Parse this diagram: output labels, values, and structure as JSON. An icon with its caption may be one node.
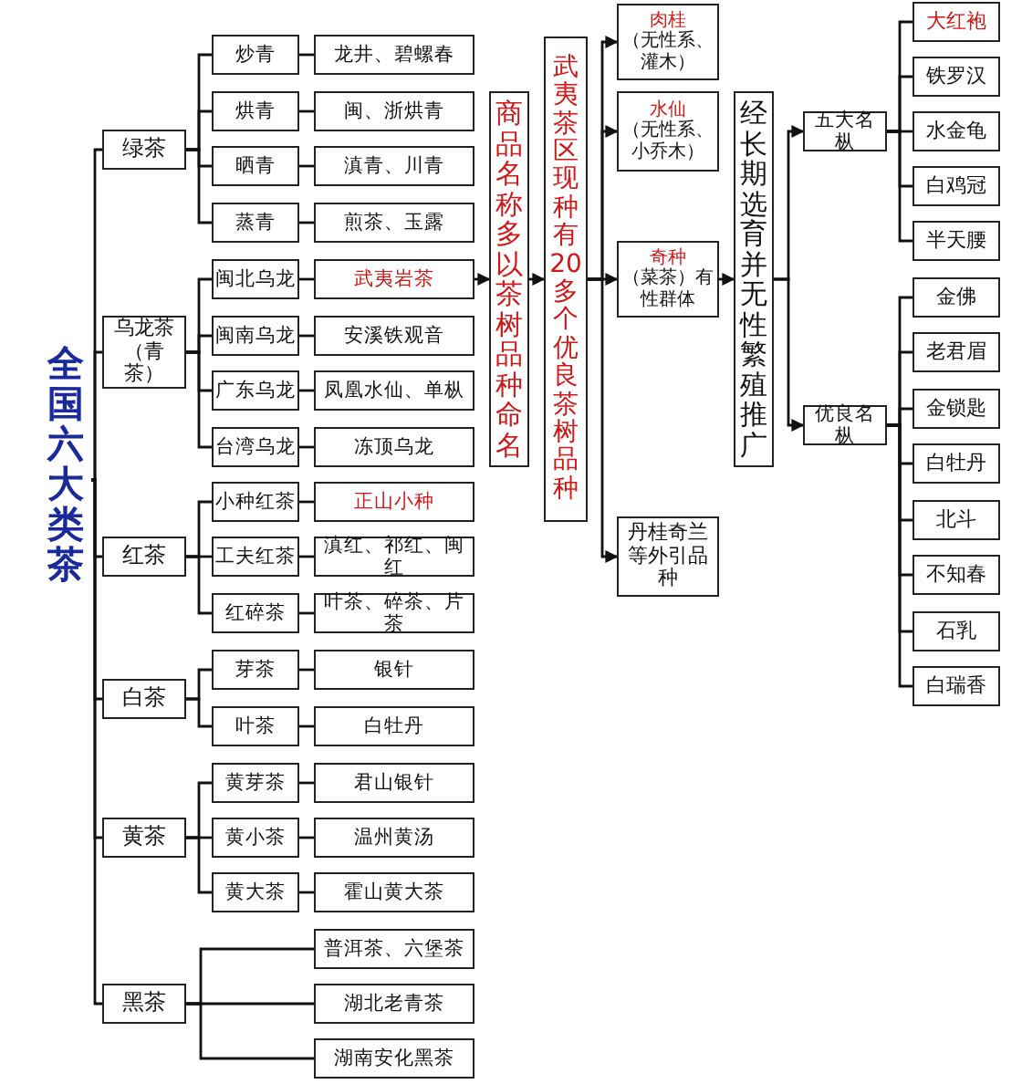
{
  "diagram": {
    "nodes": [
      {
        "text": [
          "全国六大类茶"
        ]
      },
      {
        "text": [
          "绿茶"
        ]
      },
      {
        "text": [
          "炒青"
        ]
      },
      {
        "text": [
          "烘青"
        ]
      },
      {
        "text": [
          "晒青"
        ]
      },
      {
        "text": [
          "蒸青"
        ]
      },
      {
        "text": [
          "龙井、碧螺春"
        ]
      },
      {
        "text": [
          "闽、浙烘青"
        ]
      },
      {
        "text": [
          "滇青、川青"
        ]
      },
      {
        "text": [
          "煎茶、玉露"
        ]
      },
      {
        "text": [
          "乌龙茶（青茶）"
        ]
      },
      {
        "text": [
          "闽北乌龙"
        ]
      },
      {
        "text": [
          "闽南乌龙"
        ]
      },
      {
        "text": [
          "广东乌龙"
        ]
      },
      {
        "text": [
          "台湾乌龙"
        ]
      },
      {
        "text": [
          "武夷岩茶"
        ]
      },
      {
        "text": [
          "安溪铁观音"
        ]
      },
      {
        "text": [
          "凤凰水仙、单枞"
        ]
      },
      {
        "text": [
          "冻顶乌龙"
        ]
      },
      {
        "text": [
          "红茶"
        ]
      },
      {
        "text": [
          "小种红茶"
        ]
      },
      {
        "text": [
          "工夫红茶"
        ]
      },
      {
        "text": [
          "红碎茶"
        ]
      },
      {
        "text": [
          "正山小种"
        ]
      },
      {
        "text": [
          "滇红、祁红、闽红"
        ]
      },
      {
        "text": [
          "叶茶、碎茶、片茶"
        ]
      },
      {
        "text": [
          "白茶"
        ]
      },
      {
        "text": [
          "芽茶"
        ]
      },
      {
        "text": [
          "叶茶"
        ]
      },
      {
        "text": [
          "银针"
        ]
      },
      {
        "text": [
          "白牡丹"
        ]
      },
      {
        "text": [
          "黄茶"
        ]
      },
      {
        "text": [
          "黄芽茶"
        ]
      },
      {
        "text": [
          "黄小茶"
        ]
      },
      {
        "text": [
          "黄大茶"
        ]
      },
      {
        "text": [
          "君山银针"
        ]
      },
      {
        "text": [
          "温州黄汤"
        ]
      },
      {
        "text": [
          "霍山黄大茶"
        ]
      },
      {
        "text": [
          "黑茶"
        ]
      },
      {
        "text": [
          "普洱茶、六堡茶"
        ]
      },
      {
        "text": [
          "湖北老青茶"
        ]
      },
      {
        "text": [
          "湖南安化黑茶"
        ]
      },
      {
        "text": [
          "商品名称多以茶树品种命名"
        ]
      },
      {
        "text": [
          "武夷茶区现种有20多个优良茶树品种"
        ]
      },
      {
        "text": [
          "肉桂",
          "（无性系、灌木）"
        ]
      },
      {
        "text": [
          "水仙",
          "（无性系、小乔木）"
        ]
      },
      {
        "text": [
          "奇种",
          "（菜茶）有性群体"
        ]
      },
      {
        "text": [
          "丹桂奇兰等外引品种"
        ]
      },
      {
        "text": [
          "经长期选育并无性繁殖推广"
        ]
      },
      {
        "text": [
          "五大名枞"
        ]
      },
      {
        "text": [
          "大红袍"
        ]
      },
      {
        "text": [
          "铁罗汉"
        ]
      },
      {
        "text": [
          "水金龟"
        ]
      },
      {
        "text": [
          "白鸡冠"
        ]
      },
      {
        "text": [
          "半天腰"
        ]
      },
      {
        "text": [
          "优良名枞"
        ]
      },
      {
        "text": [
          "金佛"
        ]
      },
      {
        "text": [
          "老君眉"
        ]
      },
      {
        "text": [
          "金锁匙"
        ]
      },
      {
        "text": [
          "白牡丹"
        ]
      },
      {
        "text": [
          "北斗"
        ]
      },
      {
        "text": [
          "不知春"
        ]
      },
      {
        "text": [
          "石乳"
        ]
      },
      {
        "text": [
          "白瑞香"
        ]
      }
    ],
    "edges": [
      {
        "from": 0,
        "to": 1,
        "arrow": "none"
      },
      {
        "from": 0,
        "to": 10,
        "arrow": "none"
      },
      {
        "from": 0,
        "to": 19,
        "arrow": "none"
      },
      {
        "from": 0,
        "to": 26,
        "arrow": "none"
      },
      {
        "from": 0,
        "to": 31,
        "arrow": "none"
      },
      {
        "from": 0,
        "to": 38,
        "arrow": "none"
      },
      {
        "from": 1,
        "to": 2,
        "arrow": "none"
      },
      {
        "from": 1,
        "to": 3,
        "arrow": "none"
      },
      {
        "from": 1,
        "to": 4,
        "arrow": "none"
      },
      {
        "from": 1,
        "to": 5,
        "arrow": "none"
      },
      {
        "from": 2,
        "to": 6,
        "arrow": "none"
      },
      {
        "from": 3,
        "to": 7,
        "arrow": "none"
      },
      {
        "from": 4,
        "to": 8,
        "arrow": "none"
      },
      {
        "from": 5,
        "to": 9,
        "arrow": "none"
      },
      {
        "from": 10,
        "to": 11,
        "arrow": "none"
      },
      {
        "from": 10,
        "to": 12,
        "arrow": "none"
      },
      {
        "from": 10,
        "to": 13,
        "arrow": "none"
      },
      {
        "from": 10,
        "to": 14,
        "arrow": "none"
      },
      {
        "from": 11,
        "to": 15,
        "arrow": "none"
      },
      {
        "from": 12,
        "to": 16,
        "arrow": "none"
      },
      {
        "from": 13,
        "to": 17,
        "arrow": "none"
      },
      {
        "from": 14,
        "to": 18,
        "arrow": "none"
      },
      {
        "from": 19,
        "to": 20,
        "arrow": "none"
      },
      {
        "from": 19,
        "to": 21,
        "arrow": "none"
      },
      {
        "from": 19,
        "to": 22,
        "arrow": "none"
      },
      {
        "from": 20,
        "to": 23,
        "arrow": "none"
      },
      {
        "from": 21,
        "to": 24,
        "arrow": "none"
      },
      {
        "from": 22,
        "to": 25,
        "arrow": "none"
      },
      {
        "from": 26,
        "to": 27,
        "arrow": "none"
      },
      {
        "from": 26,
        "to": 28,
        "arrow": "none"
      },
      {
        "from": 27,
        "to": 29,
        "arrow": "none"
      },
      {
        "from": 28,
        "to": 30,
        "arrow": "none"
      },
      {
        "from": 31,
        "to": 32,
        "arrow": "none"
      },
      {
        "from": 31,
        "to": 33,
        "arrow": "none"
      },
      {
        "from": 31,
        "to": 34,
        "arrow": "none"
      },
      {
        "from": 32,
        "to": 35,
        "arrow": "none"
      },
      {
        "from": 33,
        "to": 36,
        "arrow": "none"
      },
      {
        "from": 34,
        "to": 37,
        "arrow": "none"
      },
      {
        "from": 38,
        "to": 39,
        "arrow": "none"
      },
      {
        "from": 38,
        "to": 40,
        "arrow": "none"
      },
      {
        "from": 38,
        "to": 41,
        "arrow": "none"
      },
      {
        "from": 15,
        "to": 42,
        "arrow": "to"
      },
      {
        "from": 42,
        "to": 43,
        "arrow": "to"
      },
      {
        "from": 43,
        "to": 44,
        "arrow": "to"
      },
      {
        "from": 43,
        "to": 45,
        "arrow": "to"
      },
      {
        "from": 43,
        "to": 46,
        "arrow": "to"
      },
      {
        "from": 43,
        "to": 47,
        "arrow": "to"
      },
      {
        "from": 46,
        "to": 48,
        "arrow": "to"
      },
      {
        "from": 48,
        "to": 49,
        "arrow": "to"
      },
      {
        "from": 48,
        "to": 55,
        "arrow": "to"
      },
      {
        "from": 49,
        "to": 50,
        "arrow": "none"
      },
      {
        "from": 49,
        "to": 51,
        "arrow": "none"
      },
      {
        "from": 49,
        "to": 52,
        "arrow": "none"
      },
      {
        "from": 49,
        "to": 53,
        "arrow": "none"
      },
      {
        "from": 49,
        "to": 54,
        "arrow": "none"
      },
      {
        "from": 55,
        "to": 56,
        "arrow": "none"
      },
      {
        "from": 55,
        "to": 57,
        "arrow": "none"
      },
      {
        "from": 55,
        "to": 58,
        "arrow": "none"
      },
      {
        "from": 55,
        "to": 59,
        "arrow": "none"
      },
      {
        "from": 55,
        "to": 60,
        "arrow": "none"
      },
      {
        "from": 55,
        "to": 61,
        "arrow": "none"
      },
      {
        "from": 55,
        "to": 62,
        "arrow": "none"
      },
      {
        "from": 55,
        "to": 63,
        "arrow": "none"
      }
    ]
  }
}
